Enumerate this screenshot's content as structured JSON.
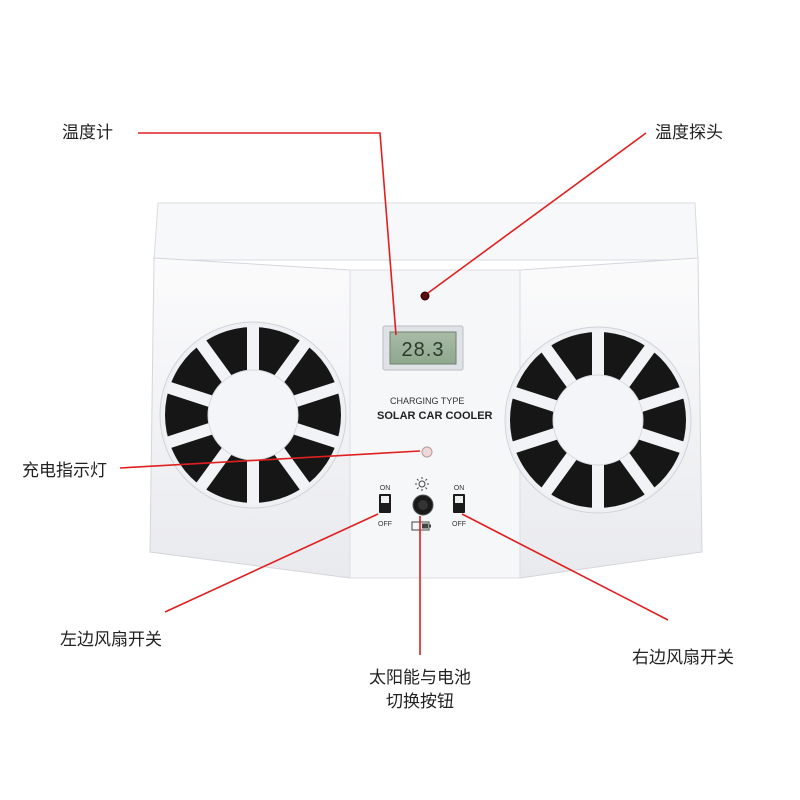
{
  "labels": {
    "thermometer": "温度计",
    "temp_probe": "温度探头",
    "charge_indicator": "充电指示灯",
    "left_fan_switch": "左边风扇开关",
    "right_fan_switch": "右边风扇开关",
    "power_switch_line1": "太阳能与电池",
    "power_switch_line2": "切换按钮"
  },
  "device": {
    "brand_line1": "CHARGING TYPE",
    "brand_line2": "SOLAR CAR COOLER",
    "lcd_reading": "28.3",
    "switch_on": "ON",
    "switch_off": "OFF"
  },
  "colors": {
    "callout_line": "#e02020",
    "body": "#f4f5f7",
    "fan_dark": "#161616"
  }
}
